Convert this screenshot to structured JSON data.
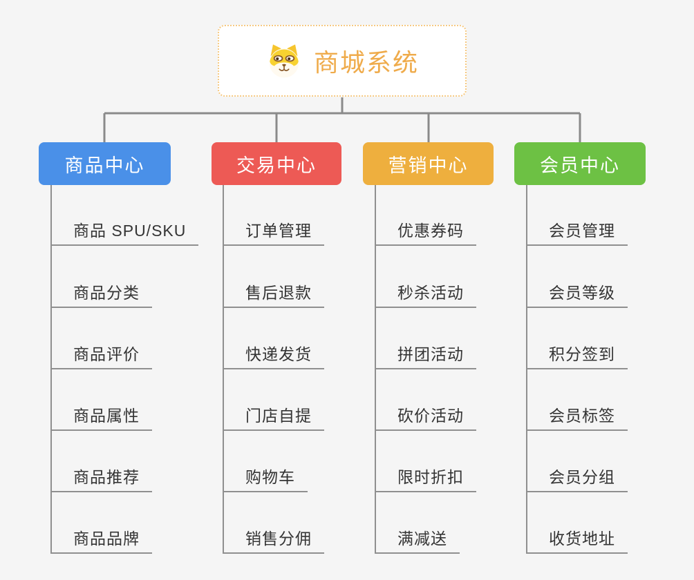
{
  "root": {
    "title": "商城系统",
    "icon": "shiba-dog-icon"
  },
  "branches": [
    {
      "label": "商品中心",
      "color": "#4a90e8",
      "items": [
        "商品 SPU/SKU",
        "商品分类",
        "商品评价",
        "商品属性",
        "商品推荐",
        "商品品牌"
      ]
    },
    {
      "label": "交易中心",
      "color": "#ed5a55",
      "items": [
        "订单管理",
        "售后退款",
        "快递发货",
        "门店自提",
        "购物车",
        "销售分佣"
      ]
    },
    {
      "label": "营销中心",
      "color": "#eeaf3e",
      "items": [
        "优惠券码",
        "秒杀活动",
        "拼团活动",
        "砍价活动",
        "限时折扣",
        "满减送"
      ]
    },
    {
      "label": "会员中心",
      "color": "#6dc144",
      "items": [
        "会员管理",
        "会员等级",
        "积分签到",
        "会员标签",
        "会员分组",
        "收货地址"
      ]
    }
  ],
  "colors": {
    "background": "#f5f5f5",
    "connector_line": "#8a8a8a",
    "leaf_line": "#8f8f8f",
    "leaf_text": "#343434",
    "root_text": "#efab4b",
    "root_border": "#f6c981"
  }
}
